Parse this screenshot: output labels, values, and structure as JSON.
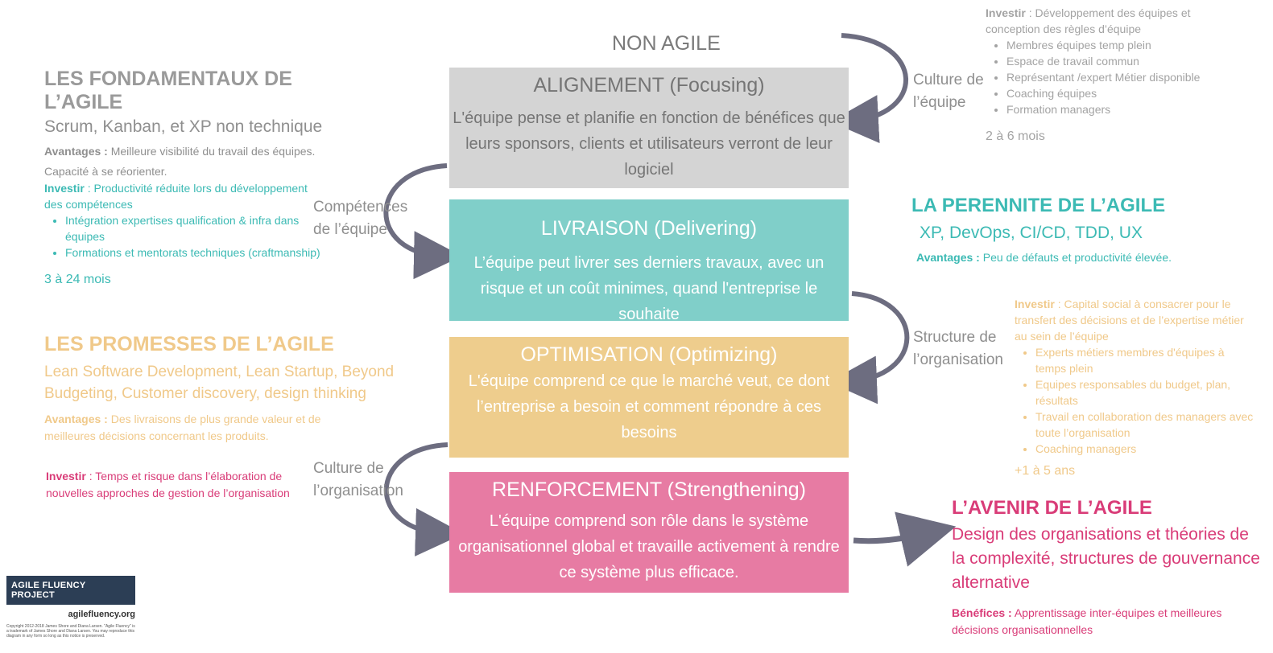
{
  "top_label": "NON AGILE",
  "stages": [
    {
      "title": "ALIGNEMENT (Focusing)",
      "desc": "L'équipe pense et planifie en fonction de bénéfices que leurs sponsors, clients et utilisateurs verront de leur logiciel"
    },
    {
      "title": "LIVRAISON (Delivering)",
      "desc": "L’équipe peut livrer ses derniers travaux, avec un risque et un coût minimes, quand l'entreprise le souhaite"
    },
    {
      "title": "OPTIMISATION (Optimizing)",
      "desc": "L'équipe comprend ce que le marché veut, ce dont l’entreprise a besoin et comment répondre à ces besoins"
    },
    {
      "title": "RENFORCEMENT (Strengthening)",
      "desc": "L'équipe comprend son rôle dans le système organisationnel global et travaille activement à rendre ce système plus efficace."
    }
  ],
  "connectors": {
    "culture_equipe": [
      "Culture de",
      "l’équipe"
    ],
    "competences": [
      "Compétences",
      "de l’équipe"
    ],
    "structure": [
      "Structure de",
      "l’organisation"
    ],
    "culture_org": [
      "Culture de",
      "l’organisation"
    ]
  },
  "fondamentaux": {
    "heading": "LES FONDAMENTAUX DE L’AGILE",
    "subtitle": "Scrum, Kanban, et XP non technique",
    "adv_label": "Avantages :",
    "adv_text": " Meilleure visibilité du travail des équipes. Capacité à se réorienter.",
    "invest_label": "Investir",
    "invest_text": " : Productivité réduite lors du développement des compétences",
    "bullets": [
      "Intégration expertises qualification & infra dans équipes",
      "Formations et mentorats techniques (craftmanship)"
    ],
    "duration": "3 à 24 mois"
  },
  "promesses": {
    "heading": "LES PROMESSES DE L’AGILE",
    "subtitle": "Lean Software Development, Lean Startup, Beyond Budgeting, Customer discovery, design thinking",
    "adv_label": "Avantages :",
    "adv_text": " Des livraisons de plus grande valeur et de meilleures décisions concernant les produits.",
    "invest_label": "Investir",
    "invest_text": " : Temps et risque dans l’élaboration de nouvelles approches de gestion de l’organisation"
  },
  "culture_team_invest": {
    "invest_label": "Investir",
    "invest_text": " : Développement des équipes et conception des règles d’équipe",
    "bullets": [
      "Membres équipes temp plein",
      "Espace de travail commun",
      "Représentant /expert Métier disponible",
      "Coaching équipes",
      "Formation managers"
    ],
    "duration": "2 à 6 mois"
  },
  "perennite": {
    "heading": "LA PERENNITE DE L’AGILE",
    "subtitle": "XP, DevOps, CI/CD, TDD, UX",
    "adv_label": "Avantages :",
    "adv_text": " Peu de défauts et productivité élevée."
  },
  "structure_invest": {
    "invest_label": "Investir",
    "invest_text": " : Capital social à consacrer pour le transfert des décisions et de l’expertise métier au sein de l’équipe",
    "bullets": [
      "Experts métiers membres d'équipes à temps plein",
      "Equipes responsables du budget, plan, résultats",
      "Travail en collaboration des managers avec toute l’organisation",
      "Coaching managers"
    ],
    "duration": "+1 à 5 ans"
  },
  "avenir": {
    "heading": "L’AVENIR DE L’AGILE",
    "subtitle": "Design des organisations et théories de la complexité, structures de gouvernance alternative",
    "ben_label": "Bénéfices :",
    "ben_text": " Apprentissage inter-équipes et meilleures décisions organisationnelles"
  },
  "logo": {
    "name": "AGILE FLUENCY PROJECT",
    "url": "agilefluency.org",
    "copyright": "Copyright 2012-2018 James Shore and Diana Larsen. \"Agile Fluency\" is a trademark of James Shore and Diana Larsen. You may reproduce this diagram in any form so long as this notice is preserved."
  },
  "colors": {
    "gray": "#d4d4d4",
    "teal": "#80cfc9",
    "yellow": "#eecd8d",
    "pink": "#e77ba3",
    "arrow": "#6d6d80"
  }
}
